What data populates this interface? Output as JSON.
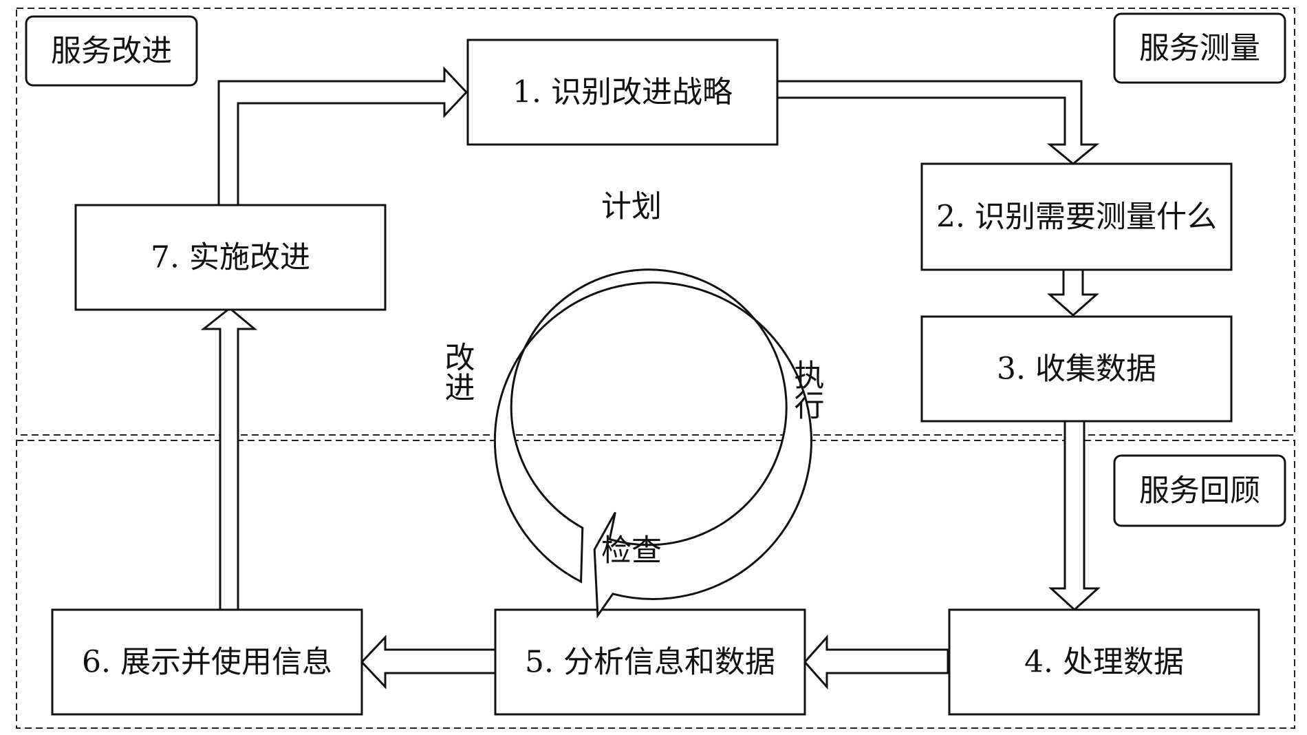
{
  "sections": {
    "improvement": "服务改进",
    "measurement": "服务测量",
    "review": "服务回顾"
  },
  "steps": {
    "s1": "1. 识别改进战略",
    "s2": "2. 识别需要测量什么",
    "s3": "3. 收集数据",
    "s4": "4. 处理数据",
    "s5": "5. 分析信息和数据",
    "s6": "6. 展示并使用信息",
    "s7": "7. 实施改进"
  },
  "cycle": {
    "plan": "计划",
    "do": "执行",
    "check": "检查",
    "act": "改进"
  }
}
